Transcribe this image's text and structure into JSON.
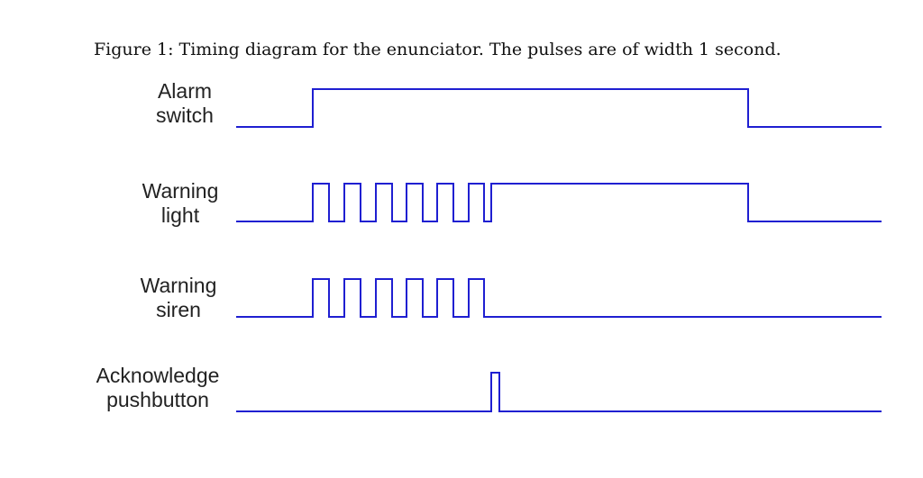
{
  "figure": {
    "caption": "Figure 1: Timing diagram for the enunciator. The pulses are of width 1 second."
  },
  "colors": {
    "trace": "#1f1fd1",
    "text": "#222222"
  },
  "signals": [
    {
      "id": "alarm-switch",
      "label_lines": [
        "Alarm",
        "switch"
      ],
      "transitions": [
        0,
        1,
        0
      ]
    },
    {
      "id": "warning-light",
      "label_lines": [
        "Warning",
        "light"
      ],
      "transitions": [
        0,
        1,
        0,
        1,
        0,
        1,
        0,
        1,
        0,
        1,
        0,
        1,
        0
      ]
    },
    {
      "id": "warning-siren",
      "label_lines": [
        "Warning",
        "siren"
      ],
      "transitions": [
        0,
        1,
        0,
        1,
        0,
        1,
        0,
        1,
        0,
        1,
        0
      ]
    },
    {
      "id": "acknowledge-pushbutton",
      "label_lines": [
        "Acknowledge",
        "pushbutton"
      ],
      "transitions": [
        0,
        1,
        0
      ]
    }
  ]
}
